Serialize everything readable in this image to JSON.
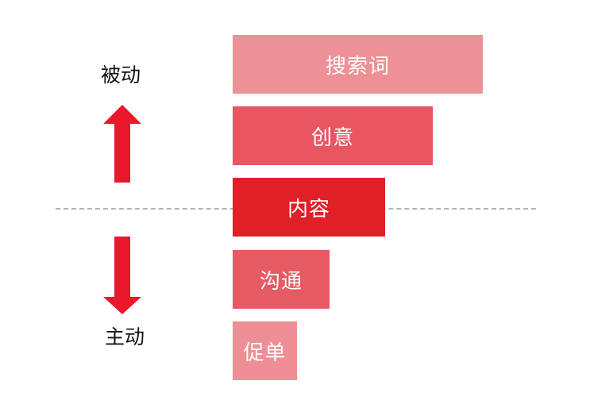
{
  "labels": {
    "top": "被动",
    "bottom": "主动"
  },
  "arrows": {
    "color": "#e8192c",
    "up_icon": "arrow-up-icon",
    "down_icon": "arrow-down-icon"
  },
  "divider_color": "#b3b3b3",
  "levels": [
    {
      "label": "搜索词",
      "color": "#ee9196"
    },
    {
      "label": "创意",
      "color": "#e85662"
    },
    {
      "label": "内容",
      "color": "#e01f26"
    },
    {
      "label": "沟通",
      "color": "#e65a63"
    },
    {
      "label": "促单",
      "color": "#ed8f94"
    }
  ]
}
